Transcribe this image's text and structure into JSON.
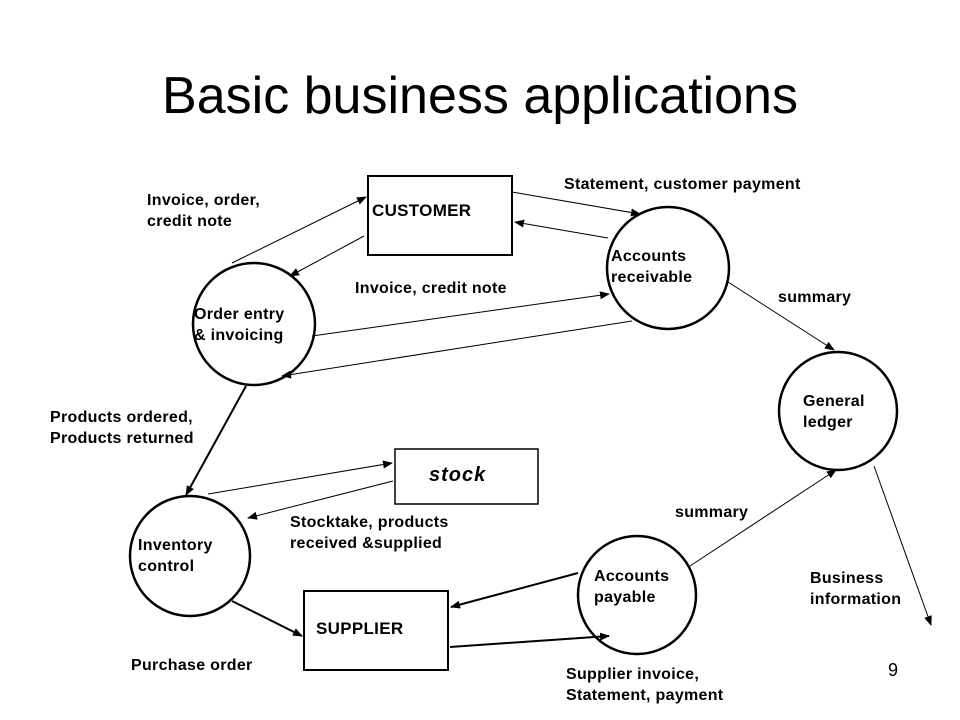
{
  "title": "Basic business applications",
  "page_number": "9",
  "nodes": {
    "customer": "CUSTOMER",
    "accounts_receivable": [
      "Accounts",
      "receivable"
    ],
    "order_entry": [
      "Order entry",
      "& invoicing"
    ],
    "general_ledger": [
      "General",
      "ledger"
    ],
    "stock": "stock",
    "inventory_control": [
      "Inventory",
      "control"
    ],
    "accounts_payable": [
      "Accounts",
      "payable"
    ],
    "supplier": "SUPPLIER"
  },
  "flows": {
    "invoice_order_credit_note": [
      "Invoice, order,",
      "credit note"
    ],
    "statement_customer_payment": "Statement, customer payment",
    "invoice_credit_note": "Invoice, credit note",
    "summary_ar": "summary",
    "products_ordered_returned": [
      "Products ordered,",
      "Products returned"
    ],
    "stocktake": [
      "Stocktake, products",
      "received &supplied"
    ],
    "summary_ap": "summary",
    "business_information": [
      "Business",
      "information"
    ],
    "purchase_order": "Purchase order",
    "supplier_invoice": [
      "Supplier invoice,",
      "Statement, payment"
    ]
  }
}
